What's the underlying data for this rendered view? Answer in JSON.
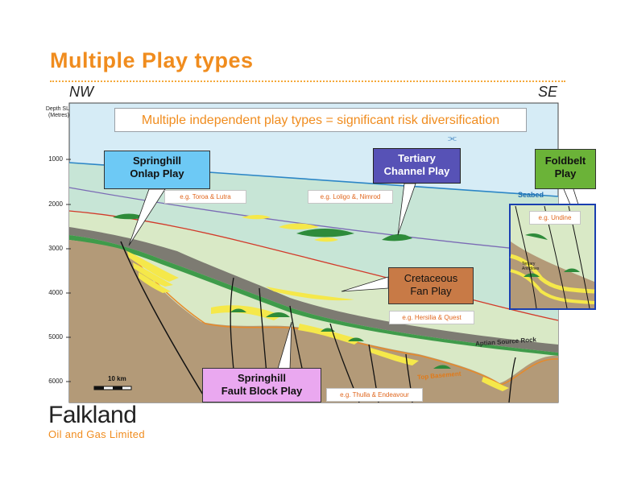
{
  "title": "Multiple Play types",
  "directions": {
    "left": "NW",
    "right": "SE"
  },
  "depth_axis": {
    "header_line1": "Depth SL",
    "header_line2": "(Metres)",
    "ticks": [
      "1000",
      "2000",
      "3000",
      "4000",
      "5000",
      "6000"
    ]
  },
  "headline": "Multiple independent play types = significant risk diversification",
  "plays": {
    "springhill_onlap": {
      "line1": "Springhill",
      "line2": "Onlap Play"
    },
    "tertiary_channel": {
      "line1": "Tertiary",
      "line2": "Channel Play"
    },
    "foldbelt": {
      "line1": "Foldbelt",
      "line2": "Play"
    },
    "cretaceous_fan": {
      "line1": "Cretaceous",
      "line2": "Fan Play"
    },
    "springhill_fault": {
      "line1": "Springhill",
      "line2": "Fault Block Play"
    }
  },
  "examples": {
    "toroa": "e.g. Toroa & Lutra",
    "loligo": "e.g. Loligo &, Nimrod",
    "undine": "e.g. Undine",
    "hersilia": "e.g. Hersilia & Quest",
    "thulla": "e.g. Thulla & Endeavour"
  },
  "layer_labels": {
    "seabed": "Seabed",
    "aptian": "Aptian Source Rock",
    "top_basement": "Top Basement",
    "tertiary_anticline_1": "Tertiary",
    "tertiary_anticline_2": "Anticlines"
  },
  "scale_bar": "10 km",
  "logo": {
    "name": "Falkland",
    "sub": "Oil and Gas Limited"
  },
  "colors": {
    "title": "#f08c1e",
    "sea": "#d6ecf6",
    "tertiary_sediment": "#c7e5d6",
    "cretaceous": "#d9e9c6",
    "basement": "#b39a78",
    "reservoir": "#f5e84a",
    "hydrocarbon": "#2e8b3a",
    "onlap_box": "#6dc9f5",
    "tertiary_box": "#5752b6",
    "foldbelt_box": "#6bb338",
    "cretaceous_box": "#c87a46",
    "fault_box": "#eaa8f0"
  },
  "icons": {
    "fish": "fish-icon"
  }
}
